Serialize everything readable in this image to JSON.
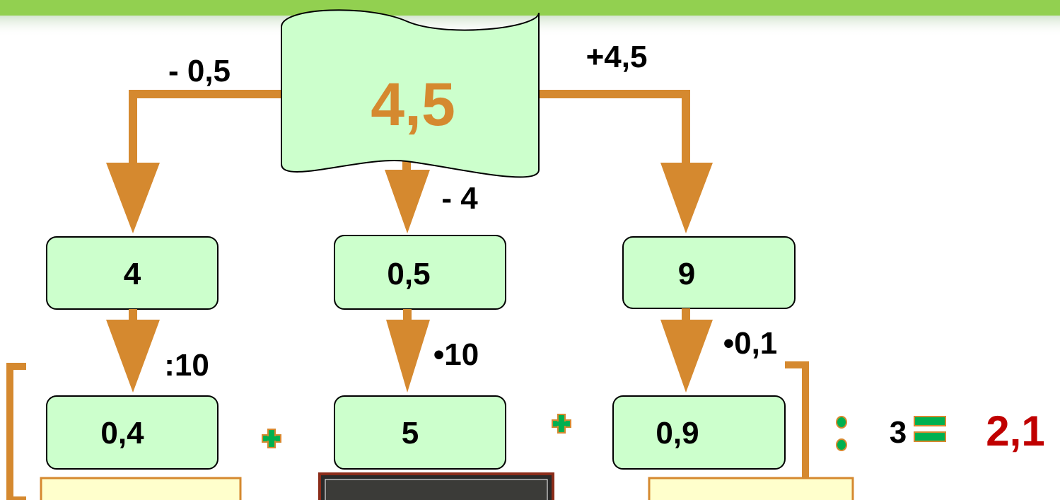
{
  "diagram": {
    "start_value": "4,5",
    "operations": {
      "left": "- 0,5",
      "middle": "- 4",
      "right": "+4,5",
      "left_second": ":10",
      "middle_second": "•10",
      "right_second": "•0,1"
    },
    "row1": [
      "4",
      "0,5",
      "9"
    ],
    "row2": [
      "0,4",
      "5",
      "0,9"
    ],
    "plus_signs": [
      "+",
      "+"
    ],
    "divide_by": "3",
    "result": "2,1"
  },
  "colors": {
    "top_band": "#92d050",
    "box_fill": "#ccffcc",
    "arrow": "#d5892f",
    "start_text": "#d5892f",
    "result": "#c00000",
    "symbol_green": "#00b050",
    "symbol_border": "#d5892f",
    "bottom_box_fill": "#ffffcc",
    "bottom_box_border": "#d5892f"
  }
}
